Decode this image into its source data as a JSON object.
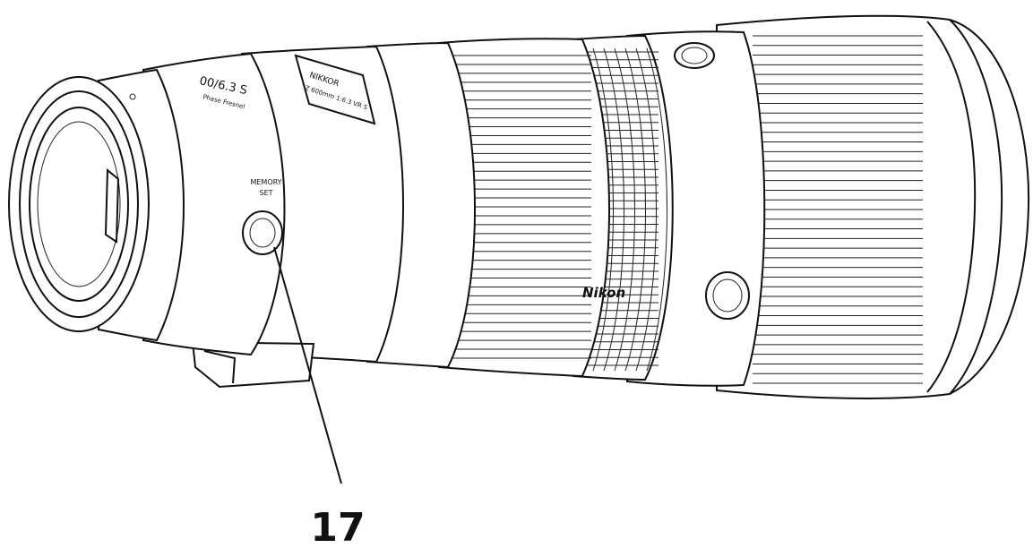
{
  "diagram": {
    "button_label_line1": "MEMORY",
    "button_label_line2": "SET",
    "callout_number": "17",
    "brand_logo_text": "Nikon",
    "lens_markings": {
      "aperture_marking": "00/6.3 S",
      "name_plate": "NIKKOR",
      "name_plate_sub": "Z 600mm 1:6.3 VR S",
      "lens_type_text": "Phase Fresnel"
    }
  }
}
